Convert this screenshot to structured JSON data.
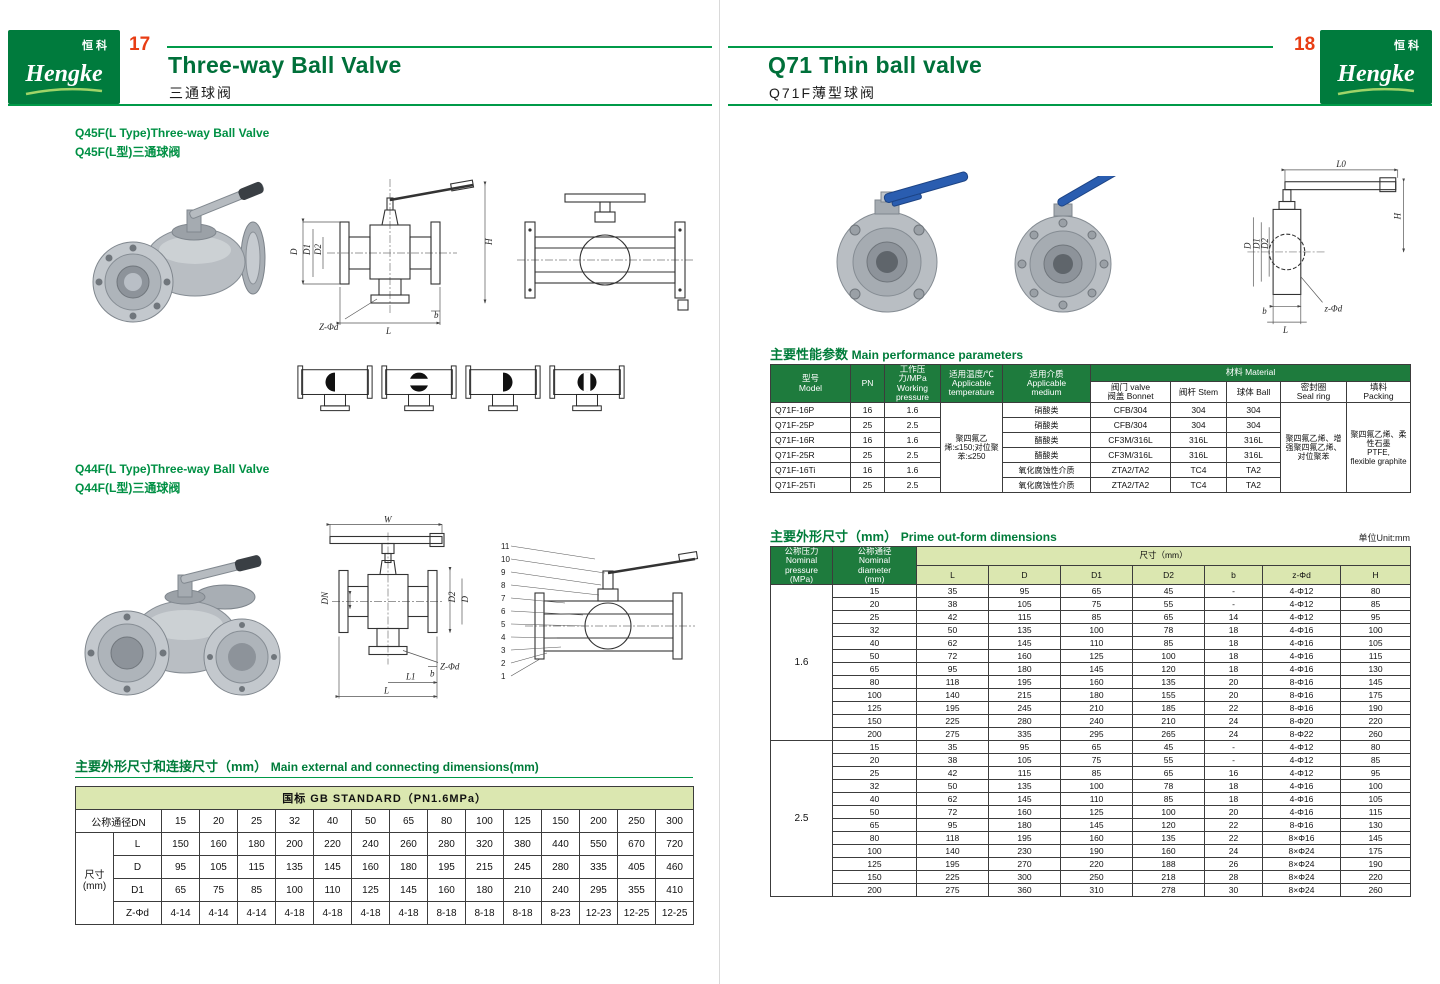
{
  "logo": {
    "cn": "恒科",
    "script": "Hengke"
  },
  "left": {
    "page_no": "17",
    "title": "Three-way Ball Valve",
    "subtitle": "三通球阀",
    "sec1_en": "Q45F(L Type)Three-way Ball Valve",
    "sec1_cn": "Q45F(L型)三通球阀",
    "sec2_en": "Q44F(L Type)Three-way Ball Valve",
    "sec2_cn": "Q44F(L型)三通球阀",
    "table_title_cn": "主要外形尺寸和连接尺寸（mm）",
    "table_title_en": "Main external and connecting dimensions(mm)",
    "gb_table": {
      "header": "国标 GB STANDARD（PN1.6MPa）",
      "dn_label": "公称通径DN",
      "size_label": "尺寸\n(mm)",
      "dn": [
        "15",
        "20",
        "25",
        "32",
        "40",
        "50",
        "65",
        "80",
        "100",
        "125",
        "150",
        "200",
        "250",
        "300"
      ],
      "rows": [
        {
          "label": "L",
          "values": [
            "150",
            "160",
            "180",
            "200",
            "220",
            "240",
            "260",
            "280",
            "320",
            "380",
            "440",
            "550",
            "670",
            "720"
          ]
        },
        {
          "label": "D",
          "values": [
            "95",
            "105",
            "115",
            "135",
            "145",
            "160",
            "180",
            "195",
            "215",
            "245",
            "280",
            "335",
            "405",
            "460"
          ]
        },
        {
          "label": "D1",
          "values": [
            "65",
            "75",
            "85",
            "100",
            "110",
            "125",
            "145",
            "160",
            "180",
            "210",
            "240",
            "295",
            "355",
            "410"
          ]
        },
        {
          "label": "Z-Φd",
          "values": [
            "4-14",
            "4-14",
            "4-14",
            "4-18",
            "4-18",
            "4-18",
            "4-18",
            "8-18",
            "8-18",
            "8-18",
            "8-23",
            "12-23",
            "12-25",
            "12-25"
          ]
        }
      ]
    }
  },
  "right": {
    "page_no": "18",
    "title": "Q71 Thin ball valve",
    "subtitle": "Q71F薄型球阀",
    "perf": {
      "title_cn": "主要性能参数",
      "title_en": "Main performance parameters",
      "col_headers": [
        "型号\nModel",
        "PN",
        "工作压力/MPa\nWorking\npressure",
        "适用温度/℃\nApplicable\ntemperature",
        "适用介质\nApplicable\nmedium"
      ],
      "material_header": "材料 Material",
      "material_cols": [
        "阀门 valve\n阀盖 Bonnet",
        "阀杆 Stem",
        "球体 Ball",
        "密封圈\nSeal ring",
        "填料\nPacking"
      ],
      "temperature": "聚四氟乙烯:≤150;对位聚苯:≤250",
      "seal_ring": "聚四氟乙烯、增强聚四氟乙烯、对位聚苯",
      "packing": "聚四氟乙烯、柔性石墨\nPTFE,\nflexible graphite",
      "rows": [
        {
          "model": "Q71F-16P",
          "pn": "16",
          "wp": "1.6",
          "medium": "硝酸类",
          "bonnet": "CFB/304",
          "stem": "304",
          "ball": "304"
        },
        {
          "model": "Q71F-25P",
          "pn": "25",
          "wp": "2.5",
          "medium": "硝酸类",
          "bonnet": "CFB/304",
          "stem": "304",
          "ball": "304"
        },
        {
          "model": "Q71F-16R",
          "pn": "16",
          "wp": "1.6",
          "medium": "醋酸类",
          "bonnet": "CF3M/316L",
          "stem": "316L",
          "ball": "316L"
        },
        {
          "model": "Q71F-25R",
          "pn": "25",
          "wp": "2.5",
          "medium": "醋酸类",
          "bonnet": "CF3M/316L",
          "stem": "316L",
          "ball": "316L"
        },
        {
          "model": "Q71F-16Ti",
          "pn": "16",
          "wp": "1.6",
          "medium": "氧化腐蚀性介质",
          "bonnet": "ZTA2/TA2",
          "stem": "TC4",
          "ball": "TA2"
        },
        {
          "model": "Q71F-25Ti",
          "pn": "25",
          "wp": "2.5",
          "medium": "氧化腐蚀性介质",
          "bonnet": "ZTA2/TA2",
          "stem": "TC4",
          "ball": "TA2"
        }
      ]
    },
    "dims": {
      "title_cn": "主要外形尺寸（mm）",
      "title_en": "Prime out-form dimensions",
      "unit": "单位Unit:mm",
      "pressure_header": "公称压力\nNominal\npressure\n(MPa)",
      "diameter_header": "公称通径\nNominal\ndiameter\n(mm)",
      "size_header": "尺寸（mm）",
      "size_cols": [
        "L",
        "D",
        "D1",
        "D2",
        "b",
        "z-Φd",
        "H"
      ],
      "groups": [
        {
          "pressure": "1.6",
          "rows": [
            [
              "15",
              "35",
              "95",
              "65",
              "45",
              "-",
              "4-Φ12",
              "80"
            ],
            [
              "20",
              "38",
              "105",
              "75",
              "55",
              "-",
              "4-Φ12",
              "85"
            ],
            [
              "25",
              "42",
              "115",
              "85",
              "65",
              "14",
              "4-Φ12",
              "95"
            ],
            [
              "32",
              "50",
              "135",
              "100",
              "78",
              "18",
              "4-Φ16",
              "100"
            ],
            [
              "40",
              "62",
              "145",
              "110",
              "85",
              "18",
              "4-Φ16",
              "105"
            ],
            [
              "50",
              "72",
              "160",
              "125",
              "100",
              "18",
              "4-Φ16",
              "115"
            ],
            [
              "65",
              "95",
              "180",
              "145",
              "120",
              "18",
              "4-Φ16",
              "130"
            ],
            [
              "80",
              "118",
              "195",
              "160",
              "135",
              "20",
              "8-Φ16",
              "145"
            ],
            [
              "100",
              "140",
              "215",
              "180",
              "155",
              "20",
              "8-Φ16",
              "175"
            ],
            [
              "125",
              "195",
              "245",
              "210",
              "185",
              "22",
              "8-Φ16",
              "190"
            ],
            [
              "150",
              "225",
              "280",
              "240",
              "210",
              "24",
              "8-Φ20",
              "220"
            ],
            [
              "200",
              "275",
              "335",
              "295",
              "265",
              "24",
              "8-Φ22",
              "260"
            ]
          ]
        },
        {
          "pressure": "2.5",
          "rows": [
            [
              "15",
              "35",
              "95",
              "65",
              "45",
              "-",
              "4-Φ12",
              "80"
            ],
            [
              "20",
              "38",
              "105",
              "75",
              "55",
              "-",
              "4-Φ12",
              "85"
            ],
            [
              "25",
              "42",
              "115",
              "85",
              "65",
              "16",
              "4-Φ12",
              "95"
            ],
            [
              "32",
              "50",
              "135",
              "100",
              "78",
              "18",
              "4-Φ16",
              "100"
            ],
            [
              "40",
              "62",
              "145",
              "110",
              "85",
              "18",
              "4-Φ16",
              "105"
            ],
            [
              "50",
              "72",
              "160",
              "125",
              "100",
              "20",
              "4-Φ16",
              "115"
            ],
            [
              "65",
              "95",
              "180",
              "145",
              "120",
              "22",
              "8-Φ16",
              "130"
            ],
            [
              "80",
              "118",
              "195",
              "160",
              "135",
              "22",
              "8×Φ16",
              "145"
            ],
            [
              "100",
              "140",
              "230",
              "190",
              "160",
              "24",
              "8×Φ24",
              "175"
            ],
            [
              "125",
              "195",
              "270",
              "220",
              "188",
              "26",
              "8×Φ24",
              "190"
            ],
            [
              "150",
              "225",
              "300",
              "250",
              "218",
              "28",
              "8×Φ24",
              "220"
            ],
            [
              "200",
              "275",
              "360",
              "310",
              "278",
              "30",
              "8×Φ24",
              "260"
            ]
          ]
        }
      ]
    }
  },
  "dim_labels": {
    "D": "D",
    "D1": "D1",
    "D2": "D2",
    "H": "H",
    "W": "W",
    "DN": "DN",
    "L": "L",
    "L0": "L0",
    "L1": "L1",
    "b": "b",
    "zphid_u": "Z-Φd",
    "zphid_l": "z-Φd"
  },
  "part_numbers": [
    "11",
    "10",
    "9",
    "8",
    "7",
    "6",
    "5",
    "4",
    "3",
    "2",
    "1"
  ]
}
